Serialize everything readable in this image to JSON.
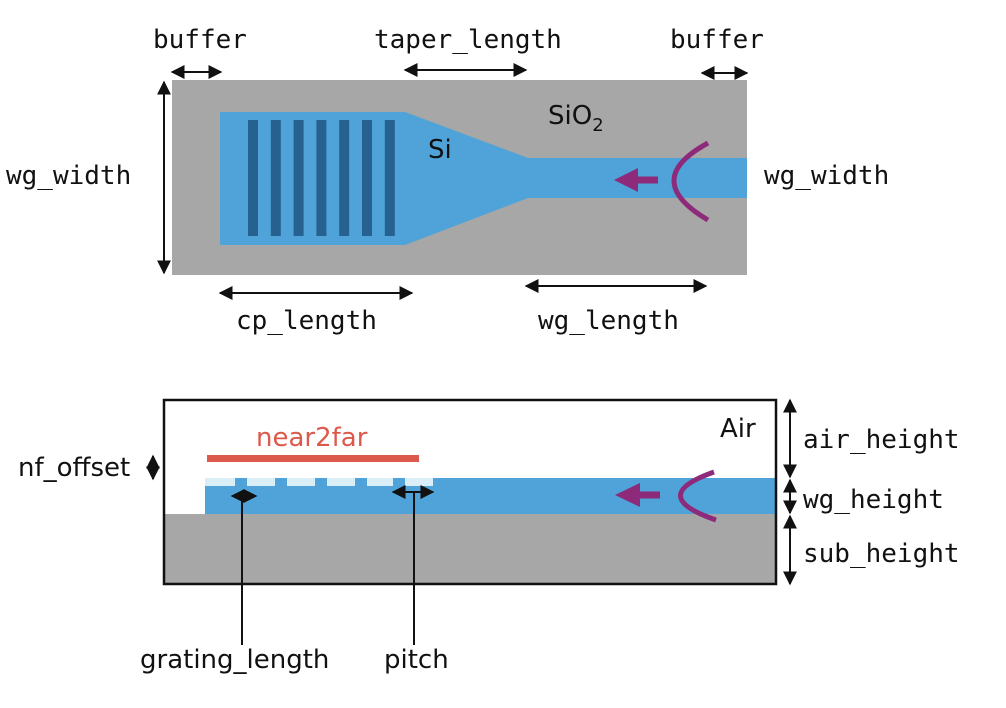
{
  "colors": {
    "sio2": "#a6a7a6",
    "si": "#4fa3d8",
    "grating_teeth": "#26618f",
    "source": "#8e2a7a",
    "near2far": "#dc5a4b",
    "grating_gap": "#d9eef7"
  },
  "top_view": {
    "labels": {
      "buffer_left": "buffer",
      "taper_length": "taper_length",
      "buffer_right": "buffer",
      "wg_width_left": "wg_width",
      "wg_width_right": "wg_width",
      "cp_length": "cp_length",
      "wg_length": "wg_length",
      "material_si": "Si",
      "material_sio2_base": "SiO",
      "material_sio2_sub": "2"
    },
    "grating_teeth_count": 7
  },
  "side_view": {
    "labels": {
      "air": "Air",
      "near2far": "near2far",
      "nf_offset": "nf_offset",
      "air_height": "air_height",
      "wg_height": "wg_height",
      "sub_height": "sub_height",
      "grating_length": "grating_length",
      "pitch": "pitch"
    }
  }
}
